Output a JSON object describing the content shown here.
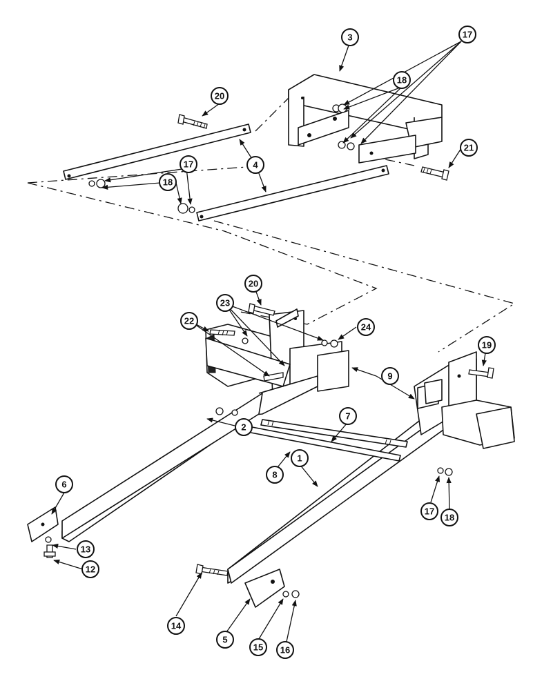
{
  "diagram": {
    "callouts": [
      {
        "id": "c3",
        "label": "3"
      },
      {
        "id": "c17a",
        "label": "17"
      },
      {
        "id": "c18a",
        "label": "18"
      },
      {
        "id": "c20a",
        "label": "20"
      },
      {
        "id": "c21",
        "label": "21"
      },
      {
        "id": "c4",
        "label": "4"
      },
      {
        "id": "c17b",
        "label": "17"
      },
      {
        "id": "c18b",
        "label": "18"
      },
      {
        "id": "c20b",
        "label": "20"
      },
      {
        "id": "c23",
        "label": "23"
      },
      {
        "id": "c22",
        "label": "22"
      },
      {
        "id": "c24",
        "label": "24"
      },
      {
        "id": "c19",
        "label": "19"
      },
      {
        "id": "c9",
        "label": "9"
      },
      {
        "id": "c7",
        "label": "7"
      },
      {
        "id": "c2",
        "label": "2"
      },
      {
        "id": "c8",
        "label": "8"
      },
      {
        "id": "c1",
        "label": "1"
      },
      {
        "id": "c6",
        "label": "6"
      },
      {
        "id": "c13",
        "label": "13"
      },
      {
        "id": "c12",
        "label": "12"
      },
      {
        "id": "c17c",
        "label": "17"
      },
      {
        "id": "c18c",
        "label": "18"
      },
      {
        "id": "c14",
        "label": "14"
      },
      {
        "id": "c5",
        "label": "5"
      },
      {
        "id": "c15",
        "label": "15"
      },
      {
        "id": "c16",
        "label": "16"
      }
    ]
  }
}
